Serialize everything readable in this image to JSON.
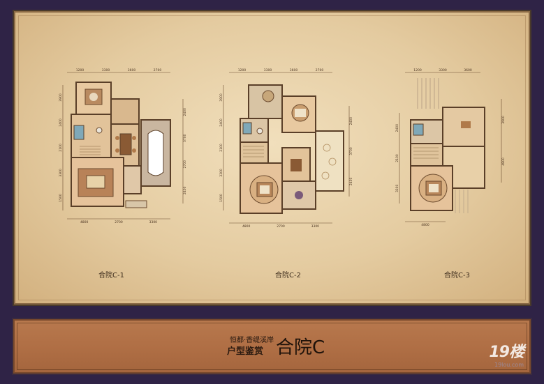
{
  "plans": [
    {
      "label": "合院C-1",
      "top_dims": [
        "1200",
        "3300",
        "3600",
        "2700"
      ],
      "bottom_dims": [
        "4800",
        "2700",
        "3300"
      ],
      "left_dims": [
        "3900",
        "2400",
        "2100",
        "3300",
        "1500"
      ],
      "right_dims": [
        "2400",
        "3700",
        "2700",
        "2400"
      ]
    },
    {
      "label": "合院C-2",
      "top_dims": [
        "1200",
        "3300",
        "3600",
        "2700"
      ],
      "bottom_dims": [
        "4800",
        "2700",
        "3300"
      ],
      "left_dims": [
        "3900",
        "2400",
        "2100",
        "3300",
        "1500"
      ],
      "right_dims": [
        "2400",
        "3700",
        "2400"
      ]
    },
    {
      "label": "合院C-3",
      "top_dims": [
        "1200",
        "3300",
        "3600"
      ],
      "bottom_dims": [
        "4800"
      ],
      "left_dims": [
        "2400",
        "2100",
        "3300"
      ],
      "right_dims": [
        "3900",
        "4800"
      ]
    }
  ],
  "banner": {
    "subtitle": "恒都·香缇溪岸",
    "subtitle2": "户型鉴赏",
    "title": "合院C"
  },
  "watermark": {
    "logo": "19楼",
    "url": "19lou.com"
  }
}
